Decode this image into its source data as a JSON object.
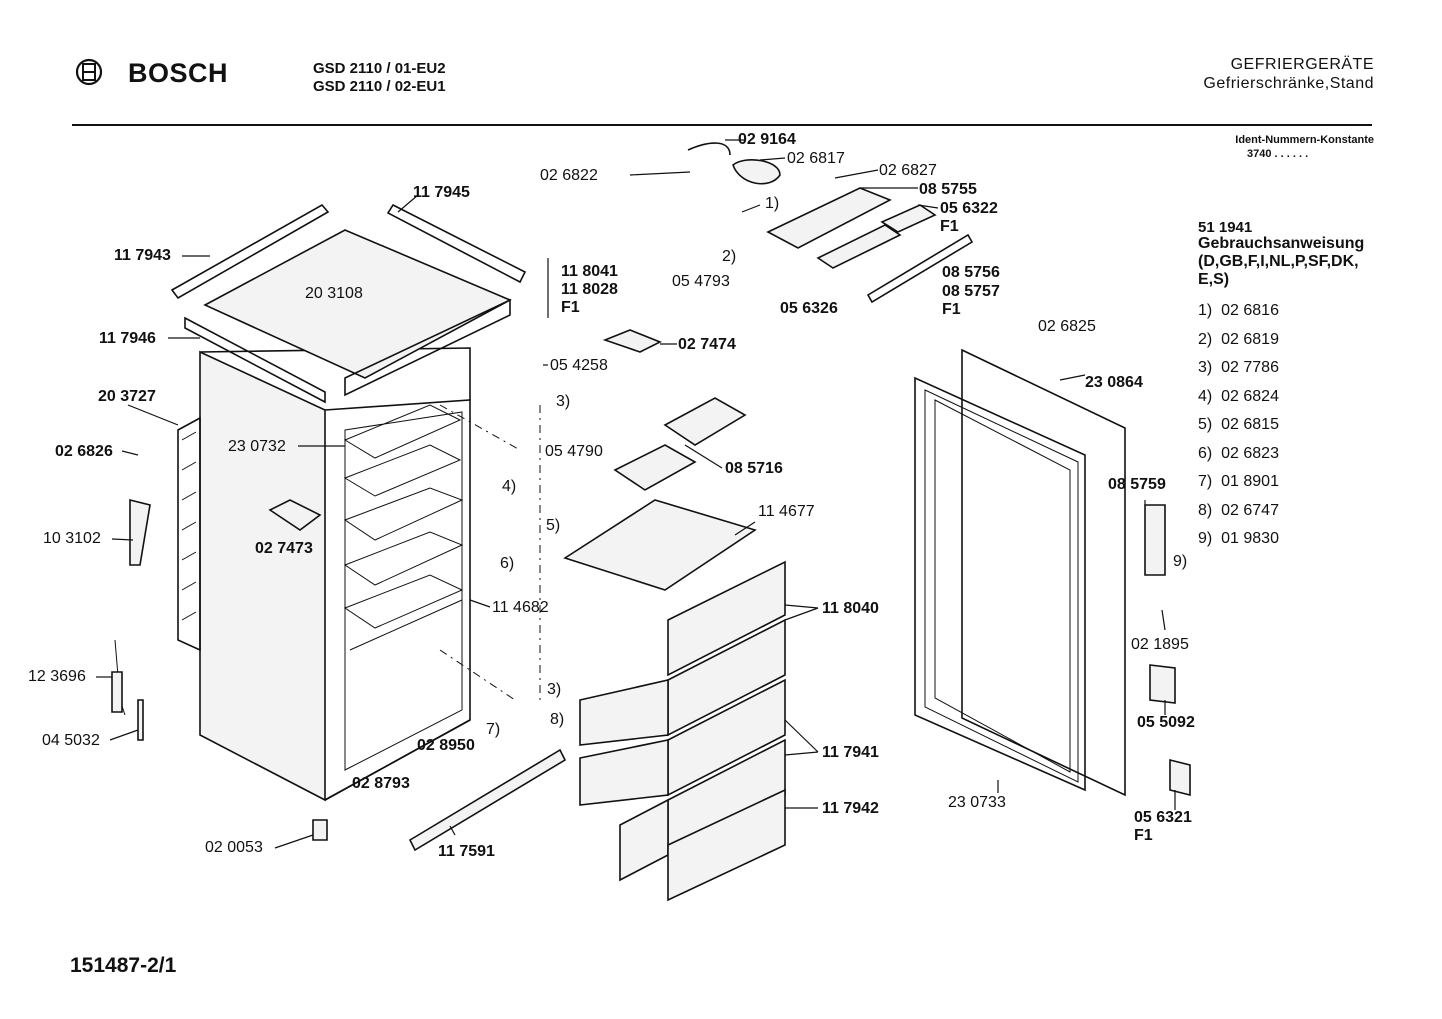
{
  "header": {
    "brand": "BOSCH",
    "model_1": "GSD 2110 / 01-EU2",
    "model_2": "GSD 2110 / 02-EU1",
    "category_1": "GEFRIERGERÄTE",
    "category_2": "Gefrierschränke,Stand",
    "ident_label": "Ident-Nummern-Konstante",
    "ident_value": "3740  . .   . . . ."
  },
  "manual": {
    "number": "51 1941",
    "title": "Gebrauchsanweisung",
    "languages_1": "(D,GB,F,I,NL,P,SF,DK,",
    "languages_2": "E,S)"
  },
  "legend": [
    {
      "key": "1)",
      "part": "02 6816"
    },
    {
      "key": "2)",
      "part": "02 6819"
    },
    {
      "key": "3)",
      "part": "02 7786"
    },
    {
      "key": "4)",
      "part": "02 6824"
    },
    {
      "key": "5)",
      "part": "02 6815"
    },
    {
      "key": "6)",
      "part": "02 6823"
    },
    {
      "key": "7)",
      "part": "01 8901"
    },
    {
      "key": "8)",
      "part": "02 6747"
    },
    {
      "key": "9)",
      "part": "01 9830"
    }
  ],
  "parts": {
    "p029164": "02 9164",
    "p026817": "02 6817",
    "p026822": "02 6822",
    "p026827": "02 6827",
    "p085755": "08 5755",
    "p056322": "05 6322",
    "f1_a": "F1",
    "ref1": "1)",
    "ref2": "2)",
    "p054793": "05 4793",
    "p085756": "08 5756",
    "p085757": "08 5757",
    "f1_b": "F1",
    "p056326": "05 6326",
    "p117945": "11 7945",
    "p117943": "11 7943",
    "p203108": "20 3108",
    "p118041": "11 8041",
    "p118028": "11 8028",
    "f1_c": "F1",
    "p117946": "11 7946",
    "p027474": "02 7474",
    "p054258": "05 4258",
    "ref3a": "3)",
    "p203727": "20 3727",
    "p230732": "23 0732",
    "p026826": "02 6826",
    "ref4": "4)",
    "p054790": "05 4790",
    "p085716": "08 5716",
    "p103102": "10 3102",
    "p027473": "02 7473",
    "ref5": "5)",
    "ref6": "6)",
    "p114677": "11 4677",
    "p114682": "11 4682",
    "p118040": "11 8040",
    "p123696": "12 3696",
    "p045032": "04 5032",
    "ref3b": "3)",
    "ref7": "7)",
    "ref8": "8)",
    "p028950": "02 8950",
    "p117941": "11 7941",
    "p028793": "02 8793",
    "p117942": "11 7942",
    "p020053": "02 0053",
    "p117591": "11 7591",
    "p026825": "02 6825",
    "p230864": "23 0864",
    "p085759": "08 5759",
    "ref9": "9)",
    "p021895": "02 1895",
    "p055092": "05 5092",
    "p230733": "23 0733",
    "p056321": "05 6321",
    "f1_d": "F1"
  },
  "footer": {
    "doc_number": "151487-2/1"
  }
}
